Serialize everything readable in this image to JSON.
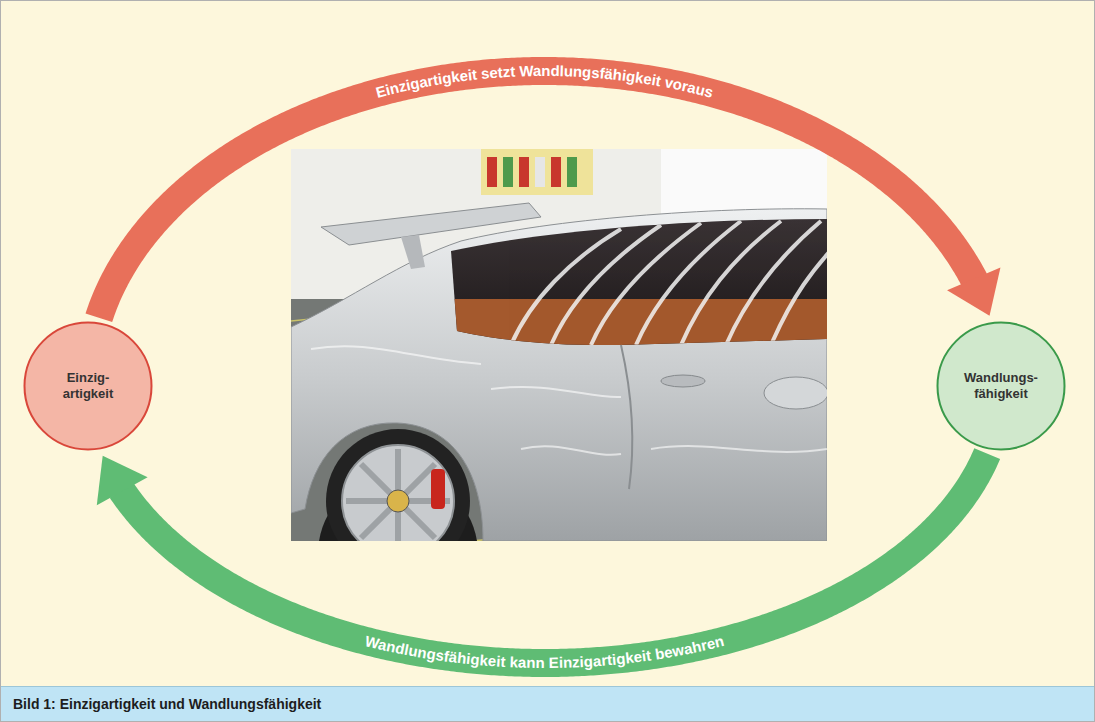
{
  "diagram": {
    "caption": "Bild 1: Einzigartigkeit und Wandlungsfähigkeit",
    "nodes": [
      {
        "text": [
          "Einzig- artigkeit"
        ]
      },
      {
        "text": [
          "Wandlungs- fähigkeit"
        ]
      }
    ],
    "edges": [
      {
        "from": 0,
        "to": 1,
        "arrow": "to",
        "label": "Einzigartigkeit setzt Wandlungsfähigkeit voraus"
      },
      {
        "from": 1,
        "to": 0,
        "arrow": "to",
        "label": "Wandlungsfähigkeit kann Einzigartigkeit bewahren"
      }
    ]
  }
}
